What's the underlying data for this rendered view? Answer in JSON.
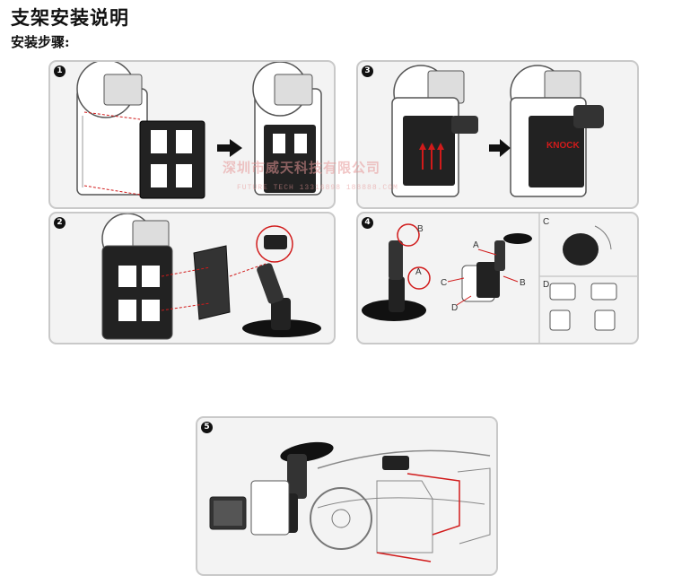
{
  "heading": {
    "title": "支架安装说明",
    "subtitle": "安装步骤:"
  },
  "steps": [
    {
      "number": "1"
    },
    {
      "number": "2"
    },
    {
      "number": "3"
    },
    {
      "number": "4"
    },
    {
      "number": "5"
    }
  ],
  "step3": {
    "arrow_text": "KNOCK"
  },
  "step4": {
    "part_labels": [
      "A",
      "B",
      "C",
      "D"
    ],
    "sub_panel_labels": [
      "C",
      "D"
    ]
  },
  "watermark": {
    "line1": "深圳市威天科技有限公司",
    "line2": "FUTURE TECH 13316898 188888.COM"
  },
  "colors": {
    "panel_border": "#c9c9c9",
    "panel_bg": "#f3f3f3",
    "arrow_red": "#d11b1b",
    "ink": "#111111"
  }
}
